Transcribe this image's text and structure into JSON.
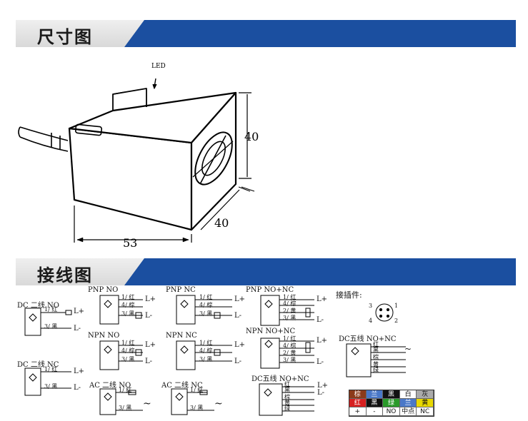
{
  "sections": {
    "dimensions_title": "尺寸图",
    "wiring_title": "接线图"
  },
  "dimensions": {
    "led_label": "LED",
    "height": "40",
    "depth": "40",
    "length": "53"
  },
  "wiring": {
    "dc2_no": {
      "title": "DC 二线 NO",
      "w1": "1/ 红",
      "w2": "3/ 黑",
      "plus": "L+",
      "minus": "L-"
    },
    "dc2_nc": {
      "title": "DC 二线 NC",
      "w1": "1/ 红",
      "w2": "3/ 黑",
      "plus": "L+",
      "minus": "L-"
    },
    "pnp_no": {
      "title": "PNP NO",
      "w1": "1/ 红",
      "w4": "4/ 棕",
      "w3": "3/ 黑",
      "plus": "L+",
      "minus": "L-"
    },
    "pnp_nc": {
      "title": "PNP NC",
      "w1": "1/ 红",
      "w4": "4/ 棕",
      "w3": "3/ 黑",
      "plus": "L+",
      "minus": "L-"
    },
    "pnp_nonc": {
      "title": "PNP NO+NC",
      "w1": "1/ 红",
      "w4": "4/ 棕",
      "w2": "2/ 黄",
      "w3": "3/ 黑",
      "plus": "L+",
      "minus": "L-"
    },
    "npn_no": {
      "title": "NPN NO",
      "w1": "1/ 红",
      "w4": "4/ 棕",
      "w3": "3/ 黑",
      "plus": "L+",
      "minus": "L-"
    },
    "npn_nc": {
      "title": "NPN NC",
      "w1": "1/ 红",
      "w4": "4/ 棕",
      "w3": "3/ 黑",
      "plus": "L+",
      "minus": "L-"
    },
    "npn_nonc": {
      "title": "NPN NO+NC",
      "w1": "1/ 红",
      "w4": "4/ 棕",
      "w2": "2/ 黄",
      "w3": "3/ 黑",
      "plus": "L+",
      "minus": "L-"
    },
    "ac2_no": {
      "title": "AC 二线 NO",
      "w1": "1/ 红",
      "w2": "3/ 黑",
      "tilde": "~"
    },
    "ac2_nc": {
      "title": "AC 二线 NC",
      "w1": "1/ 红",
      "w2": "3/ 黑",
      "tilde": "~"
    },
    "dc5": {
      "title": "DC五线 NO+NC",
      "c1": "红",
      "c2": "黑",
      "c3": "棕",
      "c4": "黄",
      "c5": "绿",
      "plus": "L+",
      "minus": "L-"
    },
    "plug": {
      "title": "接插件:",
      "p1": "1",
      "p2": "2",
      "p3": "3",
      "p4": "4"
    },
    "dc5_right": {
      "title": "DC五线 NO+NC",
      "c1": "红",
      "c2": "黑",
      "c3": "棕",
      "c4": "黄",
      "c5": "绿",
      "tilde": "~"
    }
  },
  "color_table": {
    "row1": [
      "棕",
      "兰",
      "黑",
      "白",
      "灰"
    ],
    "row2": [
      "红",
      "黑",
      "绿",
      "兰",
      "黄"
    ],
    "row3": [
      "+",
      "-",
      "NO",
      "中点",
      "NC"
    ],
    "row1_colors": [
      "#8b3a1a",
      "#4a78c8",
      "#111111",
      "#ffffff",
      "#aaaaaa"
    ],
    "row2_colors": [
      "#d62020",
      "#111111",
      "#2a9a2a",
      "#4a78c8",
      "#e8d800"
    ]
  }
}
